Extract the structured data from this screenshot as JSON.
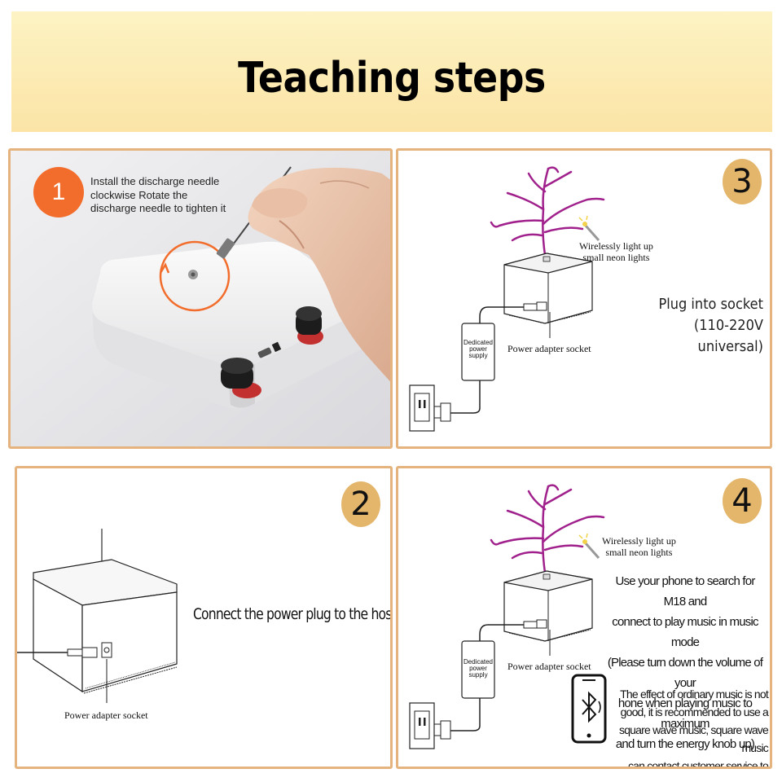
{
  "header": {
    "title": "Teaching steps"
  },
  "step1": {
    "number": "1",
    "text_line1": "Install the discharge needle",
    "text_line2": "clockwise Rotate the",
    "text_line3": "discharge needle to tighten it"
  },
  "step2": {
    "number": "2",
    "instruction": "Connect the power plug to the host",
    "socket_label": "Power adapter socket"
  },
  "step3": {
    "number": "3",
    "wireless_line1": "Wirelessly light up",
    "wireless_line2": "small neon lights",
    "plug_line1": "Plug into socket",
    "plug_line2": "(110-220V universal)",
    "supply_line1": "Dedicated",
    "supply_line2": "power",
    "supply_line3": "supply",
    "socket_label": "Power adapter socket"
  },
  "step4": {
    "number": "4",
    "wireless_line1": "Wirelessly light up",
    "wireless_line2": "small neon lights",
    "music_lines": [
      "Use your phone to search for M18 and",
      "connect to play music in music mode",
      "(Please turn down the volume of your",
      "hone when playing music to maximum",
      "and turn the energy knob up)"
    ],
    "effect_lines": [
      "The effect of ordinary music is not",
      "good, it is recommended to use a",
      "square wave music, square wave music",
      "can contact customer service to receive"
    ],
    "supply_line1": "Dedicated",
    "supply_line2": "power",
    "supply_line3": "supply",
    "socket_label": "Power adapter socket"
  },
  "colors": {
    "accent_orange": "#f26d2b",
    "number_gold": "#e4b66c",
    "panel_border": "#e5b47e",
    "plasma_purple": "#a0208c"
  }
}
